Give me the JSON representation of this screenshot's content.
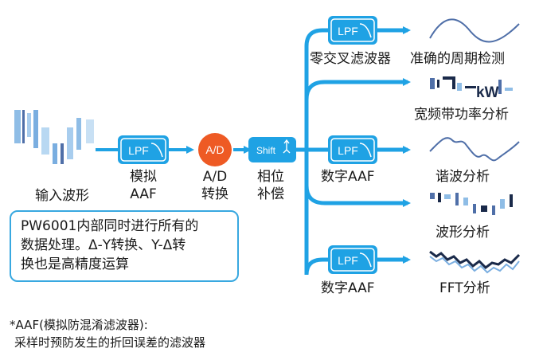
{
  "input": {
    "label": "输入波形"
  },
  "lpf_label": "LPF",
  "ad_label": "A/D",
  "shift_label": "Shift",
  "front_stage": {
    "lpf_caption_1": "模拟",
    "lpf_caption_2": "AAF",
    "ad_caption_1": "A/D",
    "ad_caption_2": "转换",
    "shift_caption_1": "相位",
    "shift_caption_2": "补偿"
  },
  "branches": {
    "zero_cross_filter": "零交叉滤波器",
    "digital_aaf_1": "数字AAF",
    "digital_aaf_2": "数字AAF"
  },
  "outputs": [
    "准确的周期检测",
    "宽频带功率分析",
    "谐波分析",
    "波形分析",
    "FFT分析"
  ],
  "power_unit": "kW",
  "note": {
    "line1": "PW6001内部同时进行所有的",
    "line2": "数据处理。Δ-Y转换、Y-Δ转",
    "line3": "换也是高精度运算"
  },
  "footnote": {
    "line1": "*AAF(模拟防混淆滤波器):",
    "line2": "采样时预防发生的折回误差的滤波器"
  },
  "colors": {
    "accent": "#1fa2e4",
    "ad_circle": "#ee5a24",
    "box_border": "#38a8e0"
  }
}
